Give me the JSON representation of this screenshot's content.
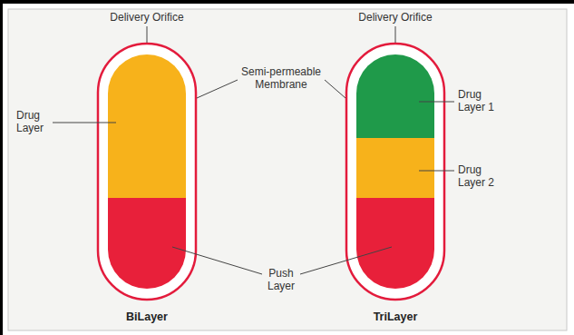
{
  "diagram": {
    "labels": [
      "Delivery Orifice",
      "Delivery Orifice",
      "Drug Layer",
      "Semi-permeable Membrane",
      "Push Layer",
      "Drug Layer 1",
      "Drug Layer 2",
      "BiLayer",
      "TriLayer"
    ]
  }
}
